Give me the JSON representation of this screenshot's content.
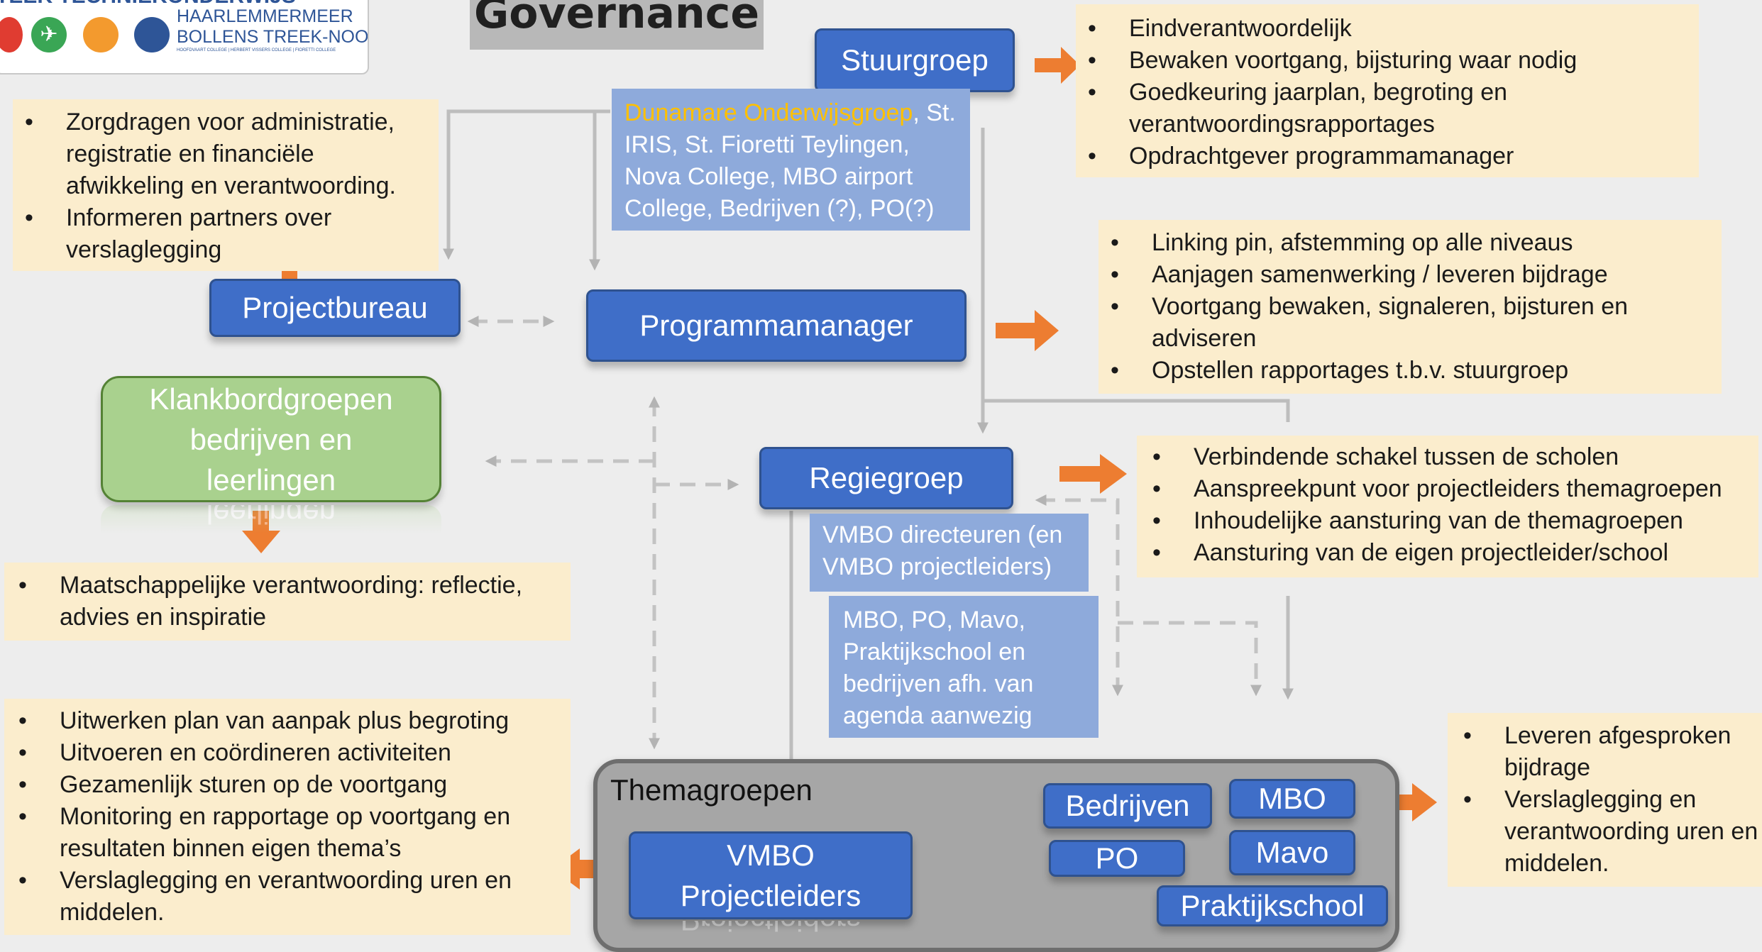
{
  "logo": {
    "top_text": "TEEK TECHNIEKONDERWIJS",
    "line1": "HAARLEMMERMEER",
    "line2": "BOLLENS TREEK-NOORD",
    "sub": "HOOFDVAART COLLEGE | HERBERT VISSERS COLLEGE | FIORETTI COLLEGE"
  },
  "title": "Governance",
  "stuurgroep": {
    "label": "Stuurgroep",
    "members_highlight": "Dunamare Onderwijsgroep",
    "members_rest": ", St. IRIS, St. Fioretti Teylingen, Nova College, MBO airport College, Bedrijven (?), PO(?)",
    "notes": [
      "Eindverantwoordelijk",
      "Bewaken voortgang, bijsturing waar nodig",
      "Goedkeuring jaarplan, begroting en verantwoordingsrapportages",
      "Opdrachtgever programmamanager"
    ]
  },
  "projectbureau": {
    "label": "Projectbureau",
    "notes": [
      "Zorgdragen voor administratie, registratie en financiële afwikkeling en verantwoording.",
      "Informeren partners over verslaglegging"
    ]
  },
  "programmamanager": {
    "label": "Programmamanager",
    "notes": [
      "Linking pin, afstemming op alle niveaus",
      "Aanjagen samenwerking / leveren bijdrage",
      "Voortgang bewaken, signaleren, bijsturen en adviseren",
      "Opstellen rapportages t.b.v. stuurgroep"
    ]
  },
  "klankbord": {
    "label": "Klankbordgroepen bedrijven en leerlingen",
    "reflection": "leerlingen",
    "notes": [
      "Maatschappelijke verantwoording: reflectie, advies en inspiratie"
    ]
  },
  "regiegroep": {
    "label": "Regiegroep",
    "members1": "VMBO directeuren (en VMBO projectleiders)",
    "members2": "MBO, PO, Mavo, Praktijkschool en bedrijven afh. van agenda aanwezig",
    "notes": [
      "Verbindende schakel tussen de scholen",
      "Aanspreekpunt voor projectleiders themagroepen",
      "Inhoudelijke aansturing van de themagroepen",
      "Aansturing van de eigen projectleider/school"
    ]
  },
  "themagroepen": {
    "label": "Themagroepen",
    "vmbo": "VMBO Projectleiders",
    "vmbo_reflection": "Projectleiders",
    "bedrijven": "Bedrijven",
    "mbo": "MBO",
    "po": "PO",
    "mavo": "Mavo",
    "praktijkschool": "Praktijkschool",
    "notes_left": [
      "Uitwerken plan van aanpak plus begroting",
      "Uitvoeren en coördineren activiteiten",
      "Gezamenlijk sturen op de voortgang",
      "Monitoring en rapportage op voortgang en resultaten binnen eigen thema’s",
      "Verslaglegging en verantwoording uren en middelen."
    ],
    "notes_right": [
      "Leveren afgesproken bijdrage",
      "Verslaglegging en verantwoording uren en middelen."
    ]
  },
  "colors": {
    "box_blue": "#3f6ec8",
    "light_blue": "#8eaadb",
    "note_bg": "#fbedcd",
    "green": "#a9d18e",
    "orange": "#ed7d31",
    "highlight_text": "#ffc000",
    "theme_gray": "#a6a6a6"
  }
}
